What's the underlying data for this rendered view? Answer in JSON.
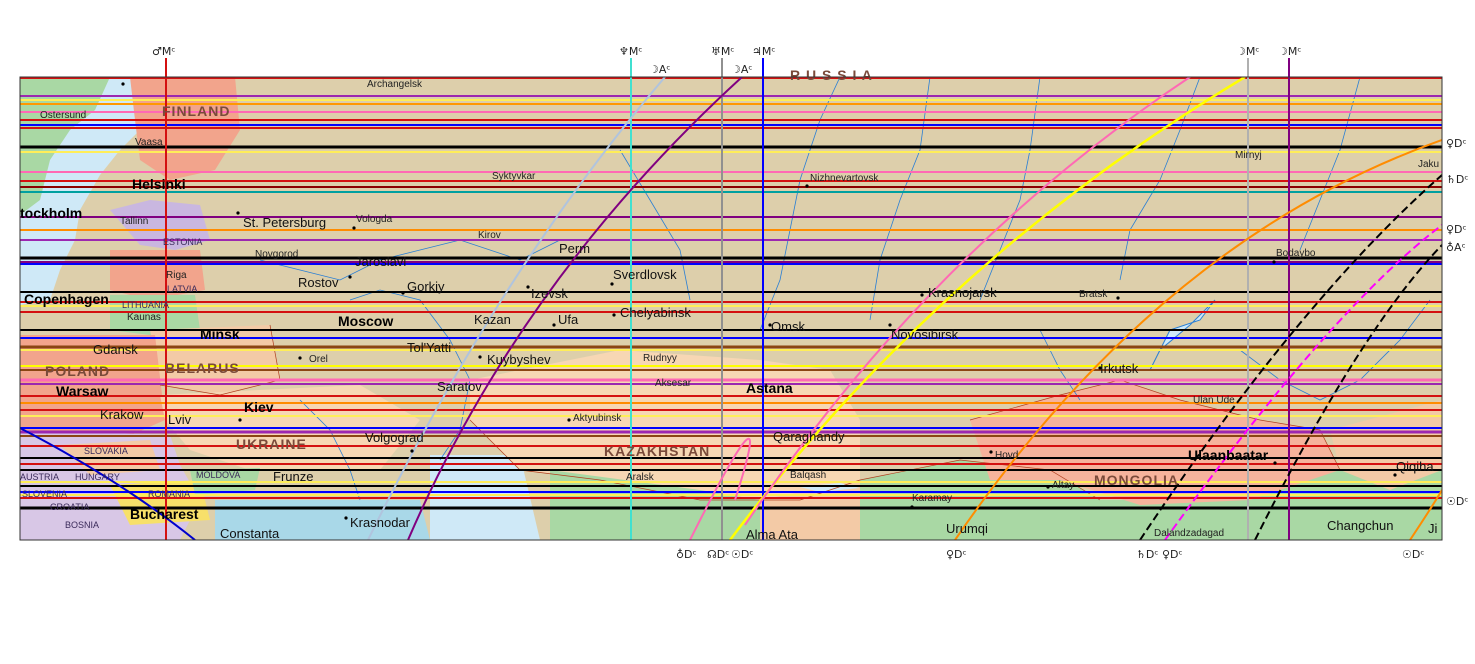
{
  "colors": {
    "sea": "#cfe9f7",
    "russia": "#ddcfab",
    "finland": "#f2a48c",
    "kazakhstan": "#f7d7b4",
    "mongolia": "#f6b39c",
    "china": "#f3caa6",
    "green": "#a9d8a4",
    "river": "#2a7fd4"
  },
  "top_labels": [
    "♂Mᶜ",
    "♆Mᶜ",
    "☽Aᶜ",
    "♅Mᶜ",
    "☽Aᶜ",
    "♃Mᶜ",
    "☽Mᶜ",
    "☽Mᶜ"
  ],
  "bottom_labels": [
    "♁Dᶜ",
    "☊Dᶜ",
    "☉Dᶜ",
    "♀Dᶜ",
    "♄Dᶜ",
    "♀Dᶜ",
    "☉Dᶜ"
  ],
  "right_labels": [
    "♀Dᶜ",
    "♄Dᶜ",
    "♀Dᶜ",
    "♁Aᶜ",
    "☉Dᶜ"
  ],
  "cities": {
    "archangelsk": "Archangelsk",
    "ostersund": "Ostersund",
    "vaasa": "Vaasa",
    "helsinki": "Helsinki",
    "stockholm": "tockholm",
    "tallinn": "Tallinn",
    "st_petersburg": "St. Petersburg",
    "vologda": "Vologda",
    "syktyvkar": "Syktyvkar",
    "kirov": "Kirov",
    "perm": "Perm",
    "novgorod": "Novgorod",
    "jaroslavl": "Jaroslavl",
    "riga": "Riga",
    "rostov": "Rostov",
    "gorkiy": "Gorkiy",
    "izevsk": "Izevsk",
    "sverdlovsk": "Sverdlovsk",
    "copenhagen": "Copenhagen",
    "kaunas": "Kaunas",
    "moscow": "Moscow",
    "kazan": "Kazan",
    "ufa": "Ufa",
    "chelyabinsk": "Chelyabinsk",
    "minsk": "Minsk",
    "gdansk": "Gdansk",
    "orel": "Orel",
    "tolyatti": "Tol'Yatti",
    "kuybyshev": "Kuybyshev",
    "rudnyy": "Rudnyy",
    "saratov": "Saratov",
    "aksesar": "Aksesar",
    "warsaw": "Warsaw",
    "krakow": "Krakow",
    "lviv": "Lviv",
    "kiev": "Kiev",
    "aktyubinsk": "Aktyubinsk",
    "volgograd": "Volgograd",
    "frunze": "Frunze",
    "aralsk": "Aralsk",
    "bucharest": "Bucharest",
    "constanta": "Constanta",
    "krasnodar": "Krasnodar",
    "nizhnevartovsk": "Nizhnevartovsk",
    "mirnyj": "Mirnyj",
    "jaku": "Jaku",
    "bodaybo": "Bodaybo",
    "krasnojarsk": "Krasnojarsk",
    "bratsk": "Bratsk",
    "omsk": "Omsk",
    "novosibirsk": "Novosibirsk",
    "irkutsk": "Irkutsk",
    "ulan_ude": "Ulan Ude",
    "astana": "Astana",
    "qaraghandy": "Qaraghandy",
    "hovd": "Hovd",
    "ulaanbaatar": "Ulaanbaatar",
    "qiqihar": "Qiqiha",
    "balqash": "Balqash",
    "altay": "Altay",
    "karamay": "Karamay",
    "alma_ata": "Alma Ata",
    "urumqi": "Urumqi",
    "dalandzadgad": "Dalandzadagad",
    "changchun": "Changchun",
    "jilin": "Ji"
  },
  "countries": {
    "finland": "FINLAND",
    "estonia": "ESTONIA",
    "latvia": "LATVIA",
    "lithuania": "LITHUANIA",
    "belarus": "BELARUS",
    "poland": "POLAND",
    "ukraine": "UKRAINE",
    "slovakia": "SLOVAKIA",
    "austria": "AUSTRIA",
    "hungary": "HUNGARY",
    "moldova": "MOLDOVA",
    "slovenia": "SLOVENIA",
    "romania": "ROMANIA",
    "croatia": "CROATIA",
    "bosnia": "BOSNIA",
    "kazakhstan": "KAZAKHSTAN",
    "mongolia": "MONGOLIA",
    "russia": "R U S S I A"
  }
}
